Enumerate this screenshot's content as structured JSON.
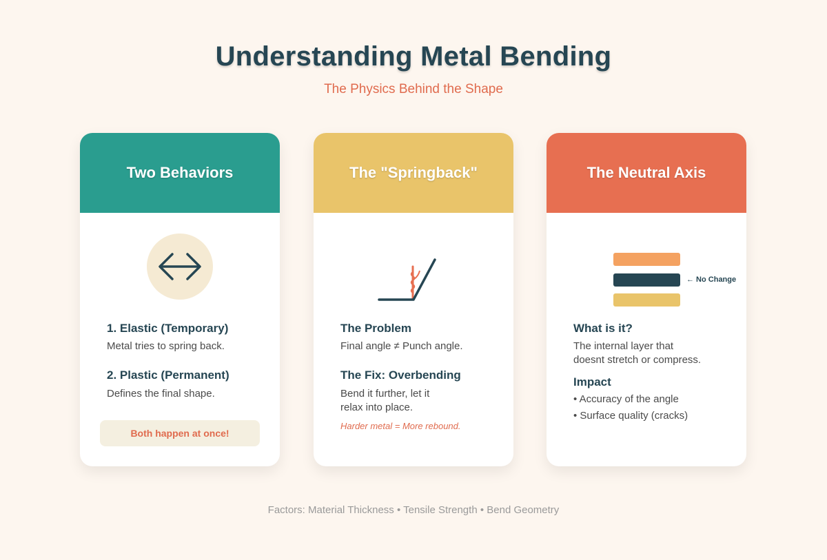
{
  "header": {
    "title": "Understanding Metal Bending",
    "subtitle": "The Physics Behind the Shape"
  },
  "cards": [
    {
      "title": "Two Behaviors",
      "color": "#2a9d8f",
      "icon": "horizontal-double-arrow-icon",
      "items": [
        {
          "heading": "1. Elastic (Temporary)",
          "text": "Metal tries to spring back."
        },
        {
          "heading": "2. Plastic (Permanent)",
          "text": "Defines the final shape."
        }
      ],
      "callout": "Both happen at once!"
    },
    {
      "title": "The \"Springback\"",
      "color": "#e9c46a",
      "icon": "bent-sheet-springback-icon",
      "items": [
        {
          "heading": "The Problem",
          "text": "Final angle ≠ Punch angle."
        },
        {
          "heading": "The Fix: Overbending",
          "text_lines": [
            "Bend it further, let it",
            "relax into place."
          ]
        }
      ],
      "note": "Harder metal = More rebound."
    },
    {
      "title": "The Neutral Axis",
      "color": "#e76f51",
      "icon": "layered-sheet-icon",
      "layer_label": "← No Change",
      "items": [
        {
          "heading": "What is it?",
          "text_lines": [
            "The internal layer that",
            "doesnt stretch or compress."
          ]
        },
        {
          "heading": "Impact",
          "bullets": [
            "• Accuracy of the angle",
            "• Surface quality (cracks)"
          ]
        }
      ],
      "layer_colors": [
        "#f4a261",
        "#264653",
        "#e9c46a"
      ]
    }
  ],
  "footer": "Factors: Material Thickness • Tensile Strength • Bend Geometry",
  "colors": {
    "background": "#fdf6ef",
    "dark": "#264653",
    "accent": "#e06b4e"
  }
}
